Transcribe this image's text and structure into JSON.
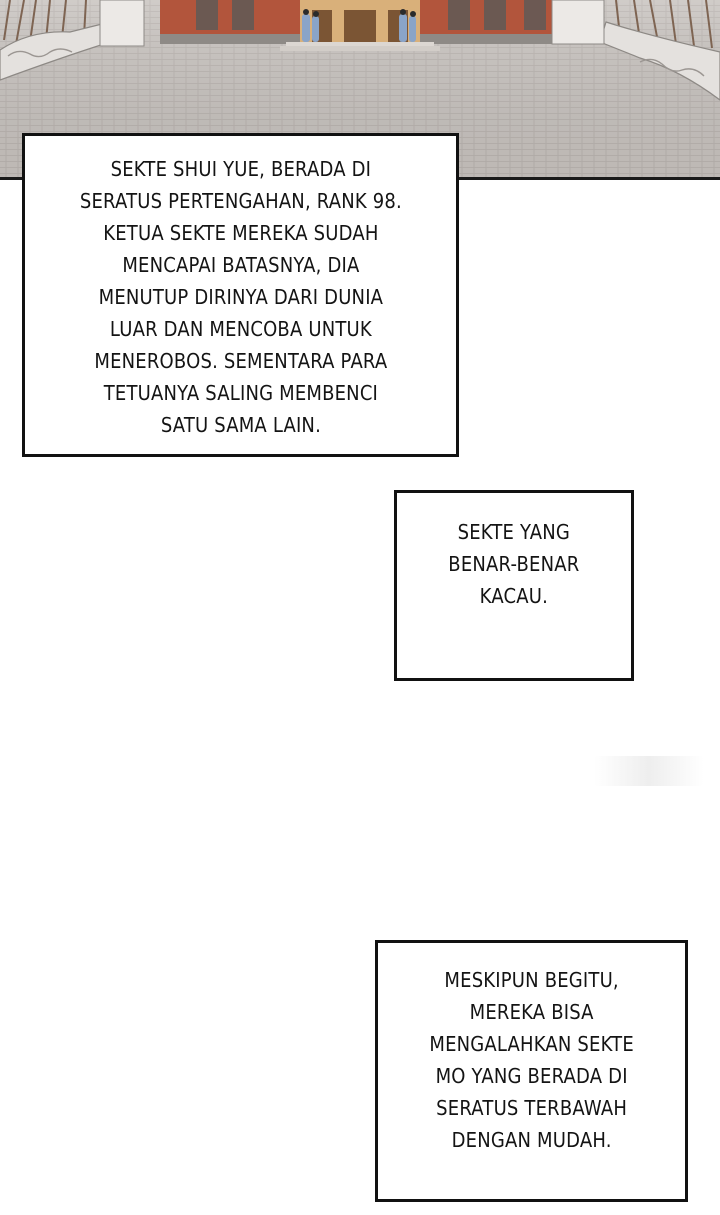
{
  "captions": [
    {
      "lines": [
        "SEKTE SHUI YUE, BERADA DI",
        "SERATUS PERTENGAHAN, RANK 98.",
        "KETUA SEKTE MEREKA SUDAH",
        "MENCAPAI BATASNYA, DIA",
        "MENUTUP DIRINYA DARI DUNIA",
        "LUAR DAN MENCOBA UNTUK",
        "MENEROBOS. SEMENTARA PARA",
        "TETUANYA SALING MEMBENCI",
        "SATU SAMA LAIN."
      ]
    },
    {
      "lines": [
        "SEKTE YANG",
        "BENAR-BENAR",
        "KACAU."
      ]
    },
    {
      "lines": [
        "MESKIPUN BEGITU,",
        "MEREKA BISA",
        "MENGALAHKAN SEKTE",
        "MO YANG BERADA DI",
        "SERATUS TERBAWAH",
        "DENGAN MUDAH."
      ]
    }
  ],
  "colors": {
    "background": "#ffffff",
    "border": "#111111",
    "text": "#141414",
    "courtyard": "#c6c1bd",
    "hall_red": "#b2553c"
  }
}
